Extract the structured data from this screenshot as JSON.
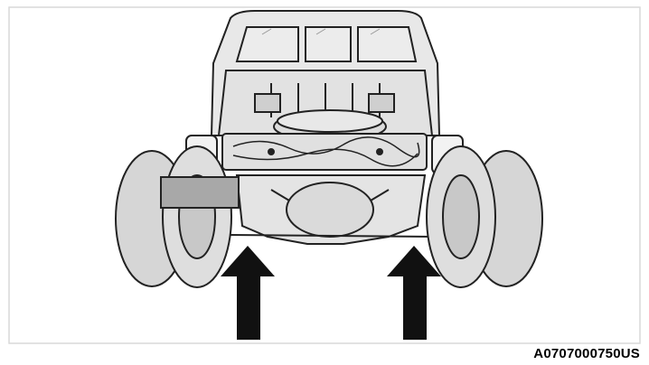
{
  "figure": {
    "id_label": "A0707000750US",
    "subject": "truck-rear-jacking-points",
    "colors": {
      "body_fill": "#e8e8e8",
      "body_stroke": "#222222",
      "tire_fill": "#d6d6d6",
      "plate_fill": "#a8a8a8",
      "lamp_fill": "#f2f2f2",
      "arrow_fill": "#111111",
      "frame_border": "#d9d9d9"
    },
    "arrow_count": 2
  }
}
